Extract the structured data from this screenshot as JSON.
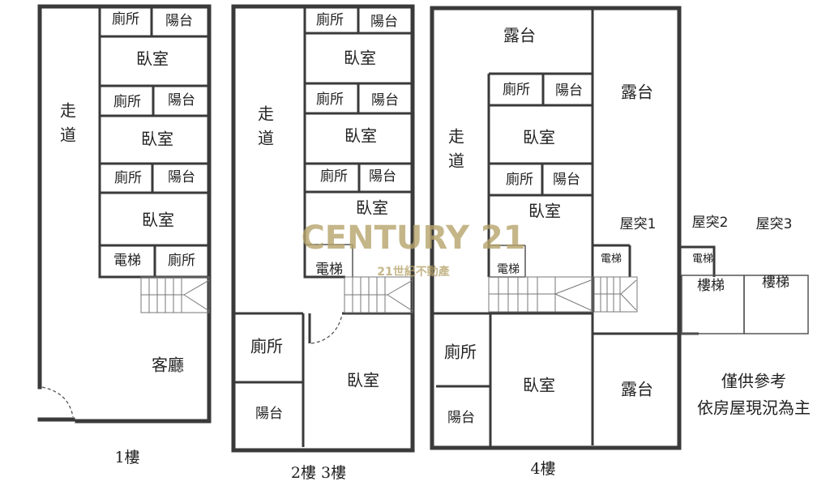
{
  "plan_1f": {
    "corridor": [
      "走",
      "道"
    ],
    "rows": [
      {
        "left": "廁所",
        "right": "陽台"
      },
      {
        "center": "臥室"
      },
      {
        "left": "廁所",
        "right": "陽台"
      },
      {
        "center": "臥室"
      },
      {
        "left": "廁所",
        "right": "陽台"
      },
      {
        "center": "臥室"
      },
      {
        "left": "電梯",
        "right": "廁所"
      }
    ],
    "living_room": "客廳",
    "floor_label": "1樓"
  },
  "plan_2f3f": {
    "corridor": [
      "走",
      "道"
    ],
    "rows": [
      {
        "left": "廁所",
        "right": "陽台"
      },
      {
        "center": "臥室"
      },
      {
        "left": "廁所",
        "right": "陽台"
      },
      {
        "center": "臥室"
      },
      {
        "left": "廁所",
        "right": "陽台"
      },
      {
        "center": "臥室"
      }
    ],
    "elevator": "電梯",
    "bottom_toilet": "廁所",
    "bottom_balcony": "陽台",
    "bottom_bedroom": "臥室",
    "floor_label": "2樓 3樓"
  },
  "plan_4f": {
    "top_terrace": "露台",
    "right_terrace": "露台",
    "corridor": [
      "走",
      "道"
    ],
    "rows": [
      {
        "left": "廁所",
        "right": "陽台"
      },
      {
        "center": "臥室"
      },
      {
        "left": "廁所",
        "right": "陽台"
      },
      {
        "center": "臥室"
      }
    ],
    "elevator": "電梯",
    "elevator_right": "電梯",
    "rooftop_1": "屋突1",
    "bottom_toilet": "廁所",
    "bottom_balcony": "陽台",
    "bottom_bedroom": "臥室",
    "bottom_terrace": "露台",
    "floor_label": "4樓"
  },
  "rooftop": {
    "rooftop_2": "屋突2",
    "rooftop_3": "屋突3",
    "elevator": "電梯",
    "stairs_1": "樓梯",
    "stairs_2": "樓梯"
  },
  "note": {
    "line1": "僅供參考",
    "line2": "依房屋現況為主"
  },
  "watermark": {
    "brand": "CENTURY 21",
    "subtitle": "21世紀不動產",
    "color": "#b7a56c"
  }
}
